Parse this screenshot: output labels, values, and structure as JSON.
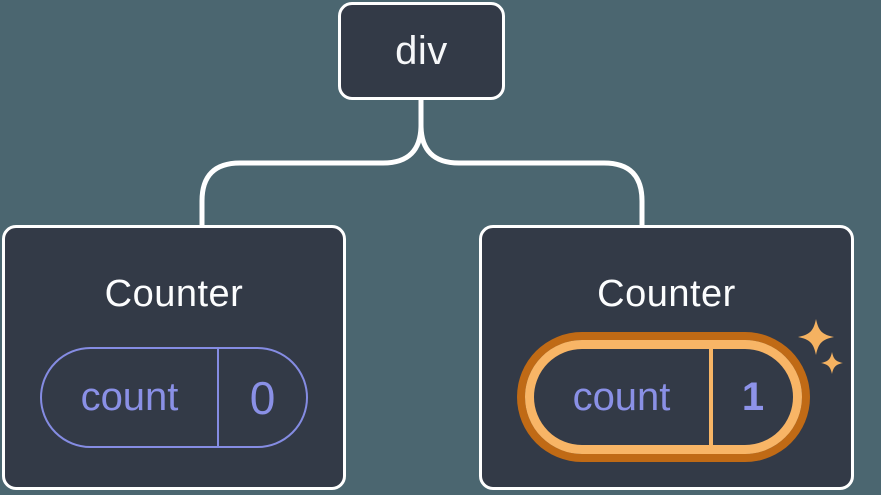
{
  "diagram": {
    "description": "React component tree: a div root with two Counter children; each Counter holds a count state pill; the right Counter's state is highlighted as newly set",
    "background_color": "#4B6670",
    "root": {
      "label": "div"
    },
    "children": [
      {
        "title": "Counter",
        "state_label": "count",
        "state_value": "0",
        "highlighted": false
      },
      {
        "title": "Counter",
        "state_label": "count",
        "state_value": "1",
        "highlighted": true
      }
    ],
    "colors": {
      "card_background": "#333A47",
      "card_border": "#FFFFFF",
      "connector_line": "#FFFFFF",
      "state_purple": "#8A90E6",
      "highlight_ring_outer": "#C06A15",
      "highlight_ring_inner": "#F8B566",
      "sparkle": "#F5B261",
      "title_text": "#FCFDFE"
    },
    "icons": {
      "sparkle": "sparkle-icon"
    }
  }
}
